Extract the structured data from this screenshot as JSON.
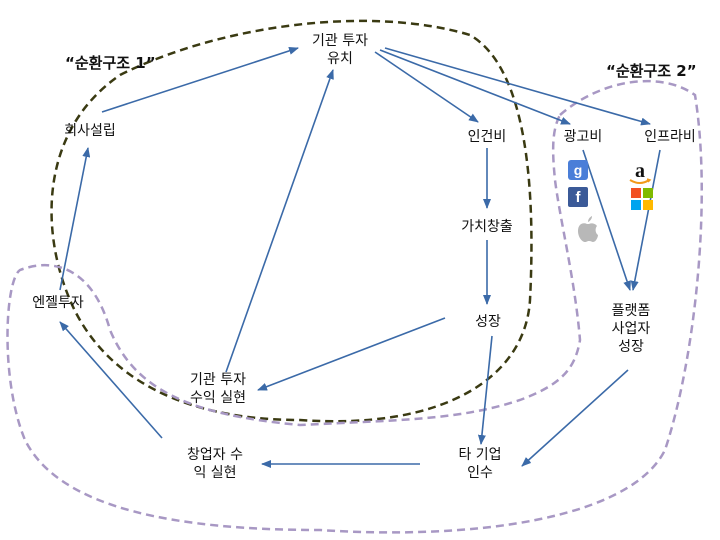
{
  "structures": {
    "structure1": "“순환구조 1”",
    "structure2": "“순환구조 2”"
  },
  "nodes": {
    "vc_invest": [
      "기관 투자",
      "유치"
    ],
    "founding": [
      "회사설립"
    ],
    "personnel": [
      "인건비"
    ],
    "value_creation": [
      "가치창출"
    ],
    "growth": [
      "성장"
    ],
    "ad_cost": [
      "광고비"
    ],
    "infra_cost": [
      "인프라비"
    ],
    "platform_growth": [
      "플랫폼",
      "사업자",
      "성장"
    ],
    "angel": [
      "엔젤투자"
    ],
    "vc_return": [
      "기관 투자",
      "수익 실현"
    ],
    "acquisition": [
      "타 기업",
      "인수"
    ],
    "founder_return": [
      "창업자 수",
      "익 실현"
    ]
  },
  "logos": {
    "google": {
      "icon": "google-icon",
      "glyph": "g",
      "color": "#4a7ed8"
    },
    "facebook": {
      "icon": "facebook-icon",
      "glyph": "f",
      "color": "#3b5a98"
    },
    "apple": {
      "icon": "apple-icon",
      "color": "#b8b8b8"
    },
    "amazon": {
      "icon": "amazon-icon",
      "glyph": "a",
      "color": "#111111"
    },
    "microsoft": {
      "icon": "microsoft-icon",
      "colors": [
        "#f25022",
        "#7fba00",
        "#00a4ef",
        "#ffb900"
      ]
    }
  },
  "colors": {
    "arrow": "#3b6aa8",
    "loop1": "#3a3a12",
    "loop2": "#a898c4"
  }
}
